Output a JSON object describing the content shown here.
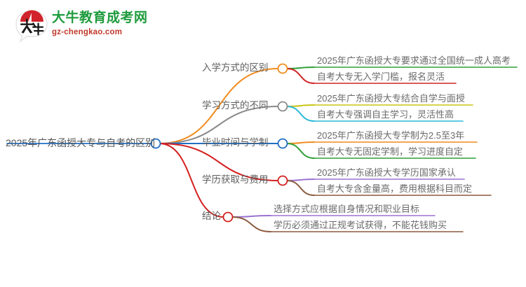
{
  "logo": {
    "title": "大牛教育成考网",
    "subtitle": "gz-chengkao.com",
    "mark_text": "大牛",
    "title_color": "#1f9b3d",
    "subtitle_color": "#c0392b"
  },
  "mindmap": {
    "root": {
      "label": "2025年广东函授大专与自考的区别",
      "node_color": "#1f6fc4"
    },
    "branches": [
      {
        "label": "入学方式的区别",
        "node_color": "#f08b1d",
        "link_color": "#f08b1d",
        "leaves": [
          {
            "text": "2025年广东函授大专要求通过全国统一成人高考",
            "color": "#2fa036"
          },
          {
            "text": "自考大专无入学门槛，报名灵活",
            "color": "#cf2222"
          }
        ]
      },
      {
        "label": "学习方式的不同",
        "node_color": "#8a8a8a",
        "link_color": "#8a8a8a",
        "leaves": [
          {
            "text": "2025年广东函授大专结合自学与面授",
            "color": "#c8c413"
          },
          {
            "text": "自考大专强调自主学习，灵活性高",
            "color": "#2ab8d8"
          }
        ]
      },
      {
        "label": "毕业时间与学制",
        "node_color": "#1f6fc4",
        "link_color": "#1f6fc4",
        "leaves": [
          {
            "text": "2025年广东函授大专学制为2.5至3年",
            "color": "#f08b1d"
          },
          {
            "text": "自考大专无固定学制，学习进度自定",
            "color": "#2fa036"
          }
        ]
      },
      {
        "label": "学历获取与费用",
        "node_color": "#d42020",
        "link_color": "#d42020",
        "leaves": [
          {
            "text": "2025年广东函授大专学历国家承认",
            "color": "#9b72d0"
          },
          {
            "text": "自考大专含金量高，费用根据科目而定",
            "color": "#8a5a3c"
          }
        ]
      },
      {
        "label": "结论",
        "node_color": "#d42020",
        "link_color": "#d42020",
        "leaves": [
          {
            "text": "选择方式应根据自身情况和职业目标",
            "color": "#9b72d0"
          },
          {
            "text": "学历必须通过正规考试获得，不能花钱购买",
            "color": "#8a5a3c"
          }
        ]
      }
    ]
  }
}
